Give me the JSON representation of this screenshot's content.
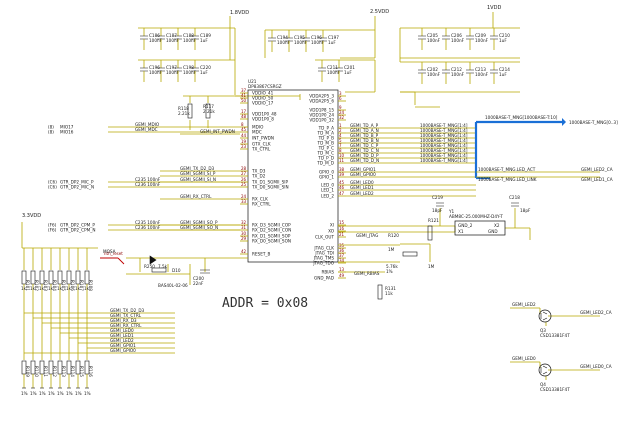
{
  "rails": {
    "rail_1": "1.8VDD",
    "rail_2": "2.5VDD",
    "rail_3": "1VDD",
    "rail_4": "3.3VDD"
  },
  "address": "ADDR = 0x08",
  "u_ref": "U21",
  "u_part": "DP83867CSRGZ",
  "cap_groups": [
    {
      "refs": [
        "C186",
        "C187",
        "C188",
        "C189"
      ],
      "vals": [
        "100nF",
        "100nF",
        "100nF",
        "1uF"
      ]
    },
    {
      "refs": [
        "C196",
        "C197",
        "C198",
        "C220"
      ],
      "vals": [
        "100nF",
        "100nF",
        "100nF",
        "1uF"
      ]
    },
    {
      "refs": [
        "C194",
        "C195",
        "C196",
        "C197"
      ],
      "vals": [
        "100nF",
        "100nF",
        "100nF",
        "1uF"
      ]
    },
    {
      "refs": [
        "C211",
        "C201"
      ],
      "vals": [
        "100nF",
        "1uF"
      ]
    },
    {
      "refs": [
        "C205",
        "C206",
        "C209",
        "C210"
      ],
      "vals": [
        "100nF",
        "100nF",
        "100nF",
        "1uF"
      ]
    },
    {
      "refs": [
        "C202",
        "C212",
        "C213",
        "C214"
      ],
      "vals": [
        "100nF",
        "100nF",
        "100nF",
        "1uF"
      ]
    }
  ],
  "resistors_top": [
    {
      "ref": "R118",
      "val": "2.21k"
    },
    {
      "ref": "R117",
      "val": "2.21k"
    }
  ],
  "left_pins": [
    {
      "num": "37",
      "name": "VDDIO_41"
    },
    {
      "num": "41",
      "name": "VDDIO_50"
    },
    {
      "num": "50",
      "name": "VDDIO_17"
    },
    {
      "num": "17",
      "name": "VDD1P0_48"
    },
    {
      "num": "48",
      "name": "VDD1P0_8"
    },
    {
      "num": "8",
      "name": "MDIO"
    },
    {
      "num": "45",
      "name": "MDC"
    },
    {
      "num": "44",
      "name": "INT_PWDN"
    },
    {
      "num": "19",
      "name": "GTX_CLK"
    },
    {
      "num": "23",
      "name": "TX_CTRL"
    },
    {
      "num": "28",
      "name": "TX_D3"
    },
    {
      "num": "27",
      "name": "TX_D2"
    },
    {
      "num": "26",
      "name": "TX_D1_SGMII_SIP"
    },
    {
      "num": "25",
      "name": "TX_D0_SGMII_SIN"
    },
    {
      "num": "24",
      "name": "RX_CLK"
    },
    {
      "num": "33",
      "name": "RX_CTRL"
    },
    {
      "num": "32",
      "name": "RX_D3_SGMII_COP"
    },
    {
      "num": "31",
      "name": "RX_D2_SGMII_CON"
    },
    {
      "num": "30",
      "name": "RX_D1_SGMII_SOP"
    },
    {
      "num": "29",
      "name": "RX_D0_SGMII_SON"
    },
    {
      "num": "42",
      "name": "RESET_B"
    }
  ],
  "right_pins": [
    {
      "num": "3",
      "name": "VDDA2P5_3"
    },
    {
      "num": "6",
      "name": "VDDA2P5_6"
    },
    {
      "num": "9",
      "name": "VDD1P8_15"
    },
    {
      "num": "24",
      "name": "VDD1P0_24"
    },
    {
      "num": "32",
      "name": "VDD1P0_32"
    },
    {
      "num": "1",
      "name": "TD_P_A"
    },
    {
      "num": "2",
      "name": "TD_M_A"
    },
    {
      "num": "4",
      "name": "TD_P_B"
    },
    {
      "num": "5",
      "name": "TD_M_B"
    },
    {
      "num": "7",
      "name": "TD_P_C"
    },
    {
      "num": "8",
      "name": "TD_M_C"
    },
    {
      "num": "10",
      "name": "TD_P_D"
    },
    {
      "num": "11",
      "name": "TD_M_D"
    },
    {
      "num": "38",
      "name": "GPIO_0"
    },
    {
      "num": "39",
      "name": "GPIO_1"
    },
    {
      "num": "45",
      "name": "LED_0"
    },
    {
      "num": "46",
      "name": "LED_1"
    },
    {
      "num": "47",
      "name": "LED_2"
    },
    {
      "num": "15",
      "name": "XI"
    },
    {
      "num": "16",
      "name": "XO"
    },
    {
      "num": "21",
      "name": "CLK_OUT"
    },
    {
      "num": "35",
      "name": "JTAG_CLK"
    },
    {
      "num": "36",
      "name": "JTAG_TDI"
    },
    {
      "num": "37",
      "name": "JTAG_TMS"
    },
    {
      "num": "34",
      "name": "JTAG_TDO"
    },
    {
      "num": "13",
      "name": "RBIAS"
    },
    {
      "num": "49",
      "name": "GND_PAD"
    }
  ],
  "net_labels_right": [
    "GEMI_TD_A_P",
    "GEMI_TD_A_N",
    "GEMI_TD_B_P",
    "GEMI_TD_B_N",
    "GEMI_TD_C_P",
    "GEMI_TD_C_N",
    "GEMI_TD_D_P",
    "GEMI_TD_D_N",
    "GEMI_GPIO1",
    "GEMI_GPIO0",
    "GEMI_LED0",
    "GEMI_LED1",
    "GEMI_LED2"
  ],
  "bus_labels": [
    "1000BASE-T_MNG[1:4]",
    "1000BASE-T_MNG[1:4]",
    "1000BASE-T_MNG[1:4]",
    "1000BASE-T_MNG[1:4]",
    "1000BASE-T_MNG[1:4]",
    "1000BASE-T_MNG[1:4]",
    "1000BASE-T_MNG[1:4]",
    "1000BASE-T_MNG[1:4]"
  ],
  "bus_top": "1000BASE-T_MNG[1000BASE-T:10]",
  "bus_end": "1000BASE-T_MNG[0..3]",
  "led_ca_labels": [
    "1000BASE-T_MNG.LED_ACT",
    "1000BASE-T_MNG.LED_LINK"
  ],
  "led_ca_nets": [
    "GEMI_LED2_CA",
    "GEMI_LED1_CA"
  ],
  "crystal": {
    "ref": "Y1",
    "part": "ABM8C-25.000MHZ-D4Y-T",
    "pin_gnd2": "GND_2",
    "pin_x1": "X1",
    "pin_gnd": "GND",
    "pin_x2": "X2",
    "c1": "C219",
    "c2": "C218",
    "c1v": "18pF",
    "c2v": "18pF"
  },
  "jtag": {
    "label": "GEMI_JTAG",
    "r120": "R120",
    "r121": "R121",
    "r121v": "1M",
    "r120v": "1M",
    "rbias_net": "GEMI_RBIAS",
    "r131": "R131",
    "r131v": "11k",
    "rbias_v": "5.76k",
    "rbias_tol": "1%"
  },
  "left_nets": [
    {
      "pre": "(8)",
      "name": "MIO17",
      "n": "GEMI_MDIO"
    },
    {
      "pre": "(8)",
      "name": "MIO16",
      "n": "GEMI_MDC"
    },
    {
      "pre": "(C6)",
      "name": "GTR_DP2_MIC_P",
      "n": "C235 100nF"
    },
    {
      "pre": "(C6)",
      "name": "GTR_DP2_MIC_N",
      "n": "C236 100nF"
    },
    {
      "pre": "(F6)",
      "name": "GTR_DP2_CPM_P",
      "n": "C235 100nF"
    },
    {
      "pre": "(F6)",
      "name": "GTR_DP2_CPM_N",
      "n": "C236 100nF"
    }
  ],
  "left_internal_nets": [
    "GEMI_INT_PWDN",
    "GEMI_TX_D2_D3",
    "GEMI_SGMII_SI_P",
    "GEMI_SGMII_SI_N",
    "GEMI_RX_CTRL",
    "GEMI_SGMII_SO_P",
    "GEMI_SGMII_SO_N"
  ],
  "reset": {
    "net": "nth_reset",
    "r": "R250",
    "rv": "7.5k",
    "d": "D10",
    "c": "C200",
    "cv": "22nF",
    "mosa": "MOSA",
    "diode_part": "BAS40L-02-06"
  },
  "bottom_nets": [
    "GEMI_TX_D2_D3",
    "GEMI_TX_CTRL",
    "GEMI_RX_D3",
    "GEMI_RX_CTRL",
    "GEMI_LED0",
    "GEMI_LED1",
    "GEMI_LED2",
    "GEMI_GPIO1",
    "GEMI_GPIO0"
  ],
  "strap_top_refs": [
    "R101",
    "R102",
    "R103",
    "R104",
    "R105",
    "R106",
    "R107",
    "R108"
  ],
  "strap_bot_refs": [
    "R109",
    "R110",
    "R111",
    "R112",
    "R113",
    "R114",
    "R115",
    "R116"
  ],
  "strap_val": "1k",
  "strap_tol": "1%",
  "leds": [
    {
      "net": "GEMI_LED2",
      "ref": "Q3",
      "part": "CSD13381F4T",
      "ca": "GEMI_LED2_CA"
    },
    {
      "net": "GEMI_LED0",
      "ref": "Q4",
      "part": "CSD13381F4T",
      "ca": "GEMI_LED0_CA"
    }
  ],
  "colors": {
    "wire": "#b8a800",
    "bus": "#1a6fd6",
    "reset": "#c00000",
    "text": "#1a1a1a"
  }
}
